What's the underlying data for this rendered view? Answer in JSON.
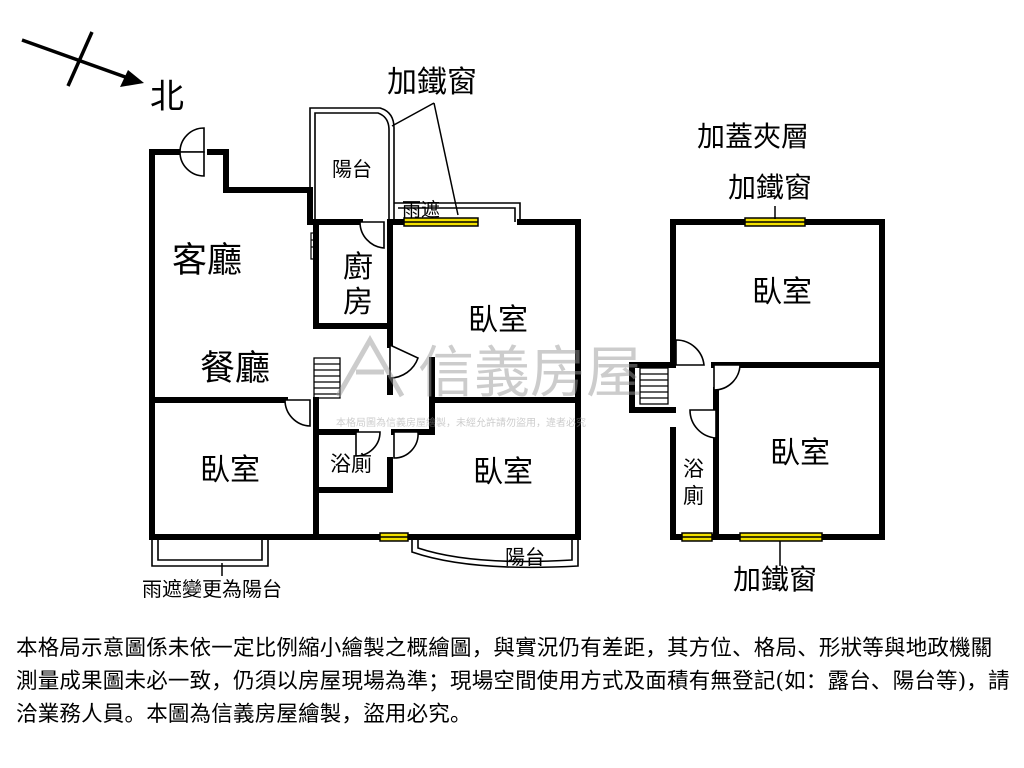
{
  "compass": {
    "north_label": "北"
  },
  "floor_main": {
    "rooms": {
      "living": "客廳",
      "dining": "餐廳",
      "kitchen_line1": "廚",
      "kitchen_line2": "房",
      "balcony_top": "陽台",
      "bedroom_top_center": "臥室",
      "bedroom_left": "臥室",
      "bedroom_bottom_center": "臥室",
      "bath": "浴廁",
      "balcony_bottom": "陽台"
    },
    "annotations": {
      "iron_window": "加鐵窗",
      "rain_shelter": "雨遮",
      "rain_shelter_changed": "雨遮變更為陽台"
    }
  },
  "floor_mezzanine": {
    "title": "加蓋夾層",
    "rooms": {
      "bedroom_top": "臥室",
      "bedroom_bottom": "臥室",
      "bath_line1": "浴",
      "bath_line2": "廁"
    },
    "annotations": {
      "iron_window_top": "加鐵窗",
      "iron_window_bottom": "加鐵窗"
    }
  },
  "watermark": {
    "brand": "信義房屋",
    "notice": "本格局圖為信義房屋繪製，未經允許請勿盜用，違者必究"
  },
  "disclaimer": "本格局示意圖係未依一定比例縮小繪製之概繪圖，與實況仍有差距，其方位、格局、形狀等與地政機關測量成果圖未必一致，仍須以房屋現場為準；現場空間使用方式及面積有無登記(如：露台、陽台等)，請洽業務人員。本圖為信義房屋繪製，盜用必究。",
  "colors": {
    "wall": "#000000",
    "window_fill": "#f2e000",
    "watermark": "#bdbdbd"
  }
}
